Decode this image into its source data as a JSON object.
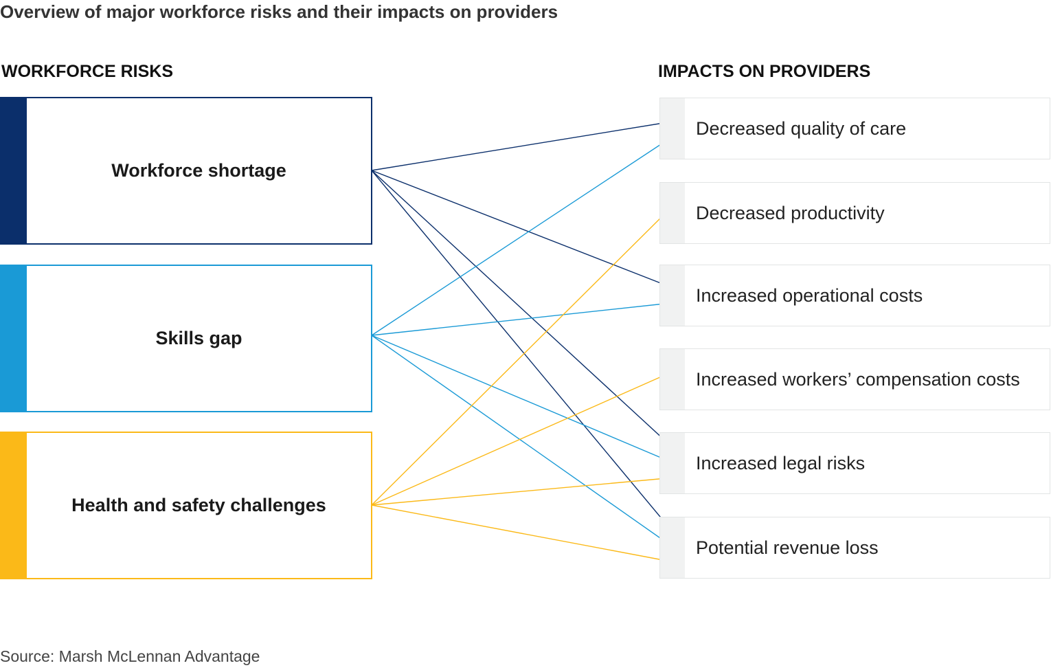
{
  "title": "Overview of major workforce risks and their impacts on providers",
  "headings": {
    "risks": "WORKFORCE RISKS",
    "impacts": "IMPACTS ON PROVIDERS"
  },
  "risks": [
    {
      "id": "shortage",
      "label": "Workforce shortage",
      "color": "#0b2f6b"
    },
    {
      "id": "skills",
      "label": "Skills gap",
      "color": "#1a9ad6"
    },
    {
      "id": "health",
      "label": "Health and safety challenges",
      "color": "#fbb918"
    }
  ],
  "impacts": [
    {
      "id": "quality",
      "label": "Decreased quality of care"
    },
    {
      "id": "productivity",
      "label": "Decreased productivity"
    },
    {
      "id": "opcosts",
      "label": "Increased operational costs"
    },
    {
      "id": "workers_comp",
      "label": "Increased workers’ compensation costs"
    },
    {
      "id": "legal",
      "label": "Increased legal risks"
    },
    {
      "id": "revenue",
      "label": "Potential revenue loss"
    }
  ],
  "links": [
    {
      "from": "shortage",
      "to": "quality"
    },
    {
      "from": "shortage",
      "to": "opcosts"
    },
    {
      "from": "shortage",
      "to": "legal"
    },
    {
      "from": "shortage",
      "to": "revenue"
    },
    {
      "from": "skills",
      "to": "quality"
    },
    {
      "from": "skills",
      "to": "opcosts"
    },
    {
      "from": "skills",
      "to": "legal"
    },
    {
      "from": "skills",
      "to": "revenue"
    },
    {
      "from": "health",
      "to": "productivity"
    },
    {
      "from": "health",
      "to": "workers_comp"
    },
    {
      "from": "health",
      "to": "legal"
    },
    {
      "from": "health",
      "to": "revenue"
    }
  ],
  "source": "Source: Marsh McLennan Advantage"
}
